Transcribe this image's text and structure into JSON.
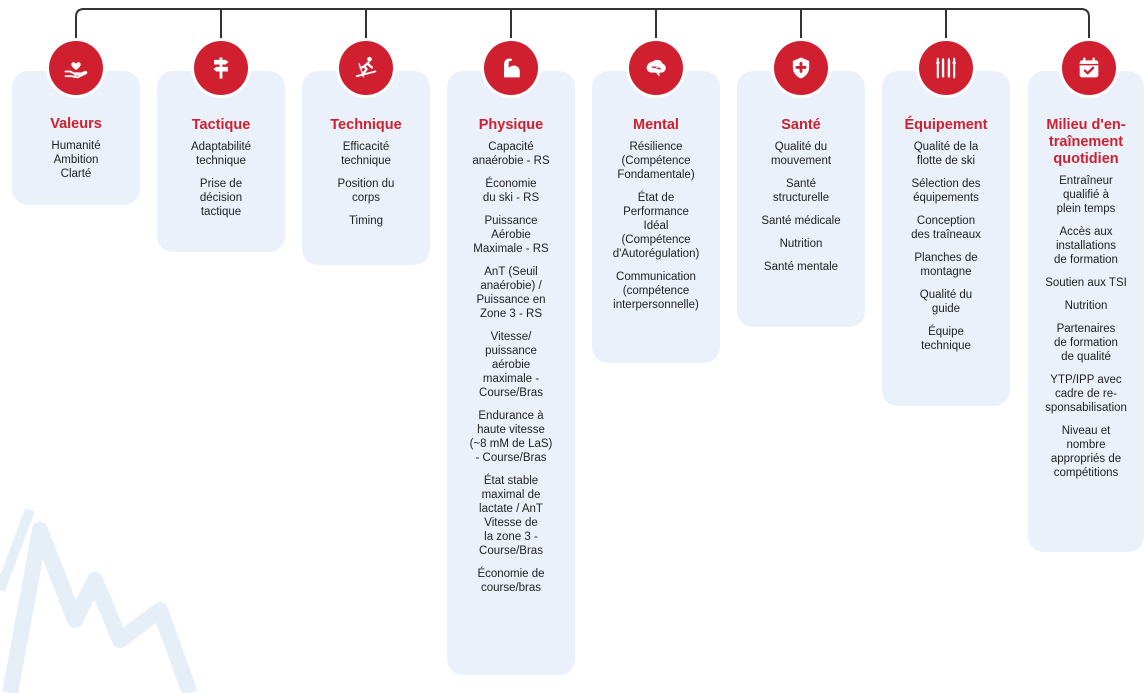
{
  "colors": {
    "accent": "#d0202f",
    "card": "#eaf1fa",
    "text": "#1f1f1f",
    "line": "#333333",
    "watermark": "#e6eef8"
  },
  "columns": [
    {
      "icon": "heart-hand-icon",
      "title": "Valeurs",
      "items": [
        "Humanité\nAmbition\nClarté"
      ]
    },
    {
      "icon": "signpost-icon",
      "title": "Tactique",
      "items": [
        "Adaptabilité\ntechnique",
        "Prise de\ndécision\ntactique"
      ]
    },
    {
      "icon": "skier-icon",
      "title": "Technique",
      "items": [
        "Efficacité\ntechnique",
        "Position du\ncorps",
        "Timing"
      ]
    },
    {
      "icon": "bicep-icon",
      "title": "Physique",
      "items": [
        "Capacité\nanaérobie - RS",
        "Économie\ndu ski - RS",
        "Puissance\nAérobie\nMaximale - RS",
        "AnT (Seuil\nanaérobie) /\nPuissance en\nZone 3 - RS",
        "Vitesse/\npuissance\naérobie\nmaximale -\nCourse/Bras",
        "Endurance à\nhaute vitesse\n(~8 mM de LaS)\n- Course/Bras",
        "État stable\nmaximal de\nlactate / AnT\nVitesse de\nla zone 3 -\nCourse/Bras",
        "Économie de\ncourse/bras"
      ]
    },
    {
      "icon": "brain-icon",
      "title": "Mental",
      "items": [
        "Résilience\n(Compétence\nFondamentale)",
        "État de\nPerformance\nIdéal\n(Compétence\nd'Autorégulation)",
        "Communication\n(compétence\ninterpersonnelle)"
      ]
    },
    {
      "icon": "health-shield-icon",
      "title": "Santé",
      "items": [
        "Qualité du\nmouvement",
        "Santé\nstructurelle",
        "Santé médicale",
        "Nutrition",
        "Santé mentale"
      ]
    },
    {
      "icon": "ski-equipment-icon",
      "title": "Équipement",
      "items": [
        "Qualité de la\nflotte de ski",
        "Sélection des\néquipements",
        "Conception\ndes traîneaux",
        "Planches de\nmontagne",
        "Qualité du\nguide",
        "Équipe\ntechnique"
      ]
    },
    {
      "icon": "calendar-check-icon",
      "title": "Milieu d'en-\ntraînement\nquotidien",
      "items": [
        "Entraîneur\nqualifié à\nplein temps",
        "Accès aux\ninstallations\nde formation",
        "Soutien aux TSI",
        "Nutrition",
        "Partenaires\nde formation\nde qualité",
        "YTP/IPP avec\ncadre de re-\nsponsabilisation",
        "Niveau et\nnombre\nappropriés de\ncompétitions"
      ]
    }
  ]
}
